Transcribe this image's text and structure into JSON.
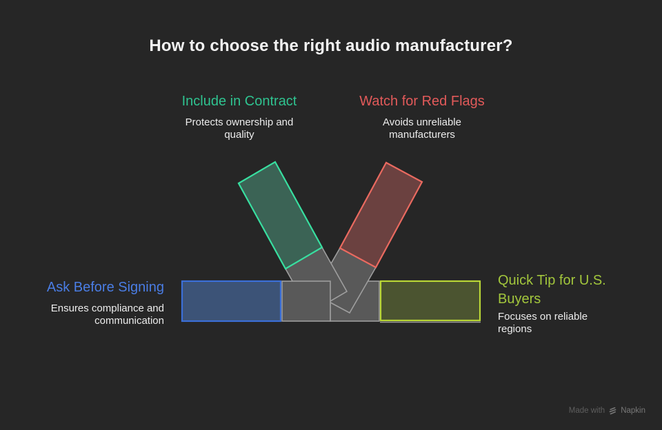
{
  "title": "How to choose the right audio manufacturer?",
  "sections": {
    "contract": {
      "heading": "Include in Contract",
      "description": "Protects ownership and quality",
      "heading_color": "#2fc390"
    },
    "red_flags": {
      "heading": "Watch for Red Flags",
      "description": "Avoids unreliable manufacturers",
      "heading_color": "#e25a5a"
    },
    "signing": {
      "heading": "Ask Before Signing",
      "description": "Ensures compliance and communication",
      "heading_color": "#4a7de4"
    },
    "quick_tip": {
      "heading": "Quick Tip for U.S. Buyers",
      "description": "Focuses on reliable regions",
      "heading_color": "#a2c63c"
    }
  },
  "diagram": {
    "contract_bar": {
      "fill": "#3b6355",
      "stroke": "#38dfa0"
    },
    "red_flags_bar": {
      "fill": "#6b4140",
      "stroke": "#ea6a60"
    },
    "signing_bar": {
      "fill": "#3c5377",
      "stroke": "#3b6fd8"
    },
    "quick_tip_bar": {
      "fill": "#4b5430",
      "stroke": "#bad736"
    },
    "gray_bar": {
      "fill": "#595959",
      "stroke": "#9e9e9e"
    }
  },
  "background_color": "#262626",
  "footer": {
    "made_with": "Made with",
    "brand": "Napkin",
    "logo_icon": "napkin-logo-icon"
  }
}
